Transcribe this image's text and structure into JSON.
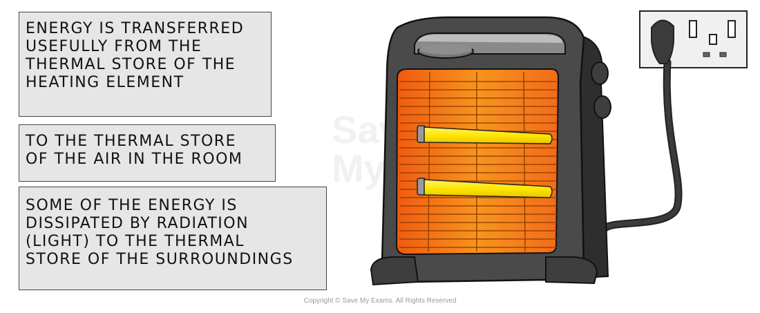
{
  "labels": {
    "box1": [
      "ENERGY IS TRANSFERRED",
      "USEFULLY FROM THE",
      "THERMAL STORE OF THE",
      "HEATING ELEMENT"
    ],
    "box2": [
      "TO THE THERMAL STORE",
      "OF THE AIR IN THE ROOM"
    ],
    "box3": [
      "SOME OF THE ENERGY IS",
      "DISSIPATED BY RADIATION",
      "(LIGHT) TO THE THERMAL",
      "STORE OF THE SURROUNDINGS"
    ]
  },
  "watermark": [
    "Save",
    "My Exams"
  ],
  "copyright": "Copyright © Save My Exams. All Rights Reserved",
  "colors": {
    "heater_body": "#4a4a4a",
    "heater_glow": "#f47c20",
    "element_rod": "#ffe600",
    "label_fill": "#e6e6e6"
  }
}
